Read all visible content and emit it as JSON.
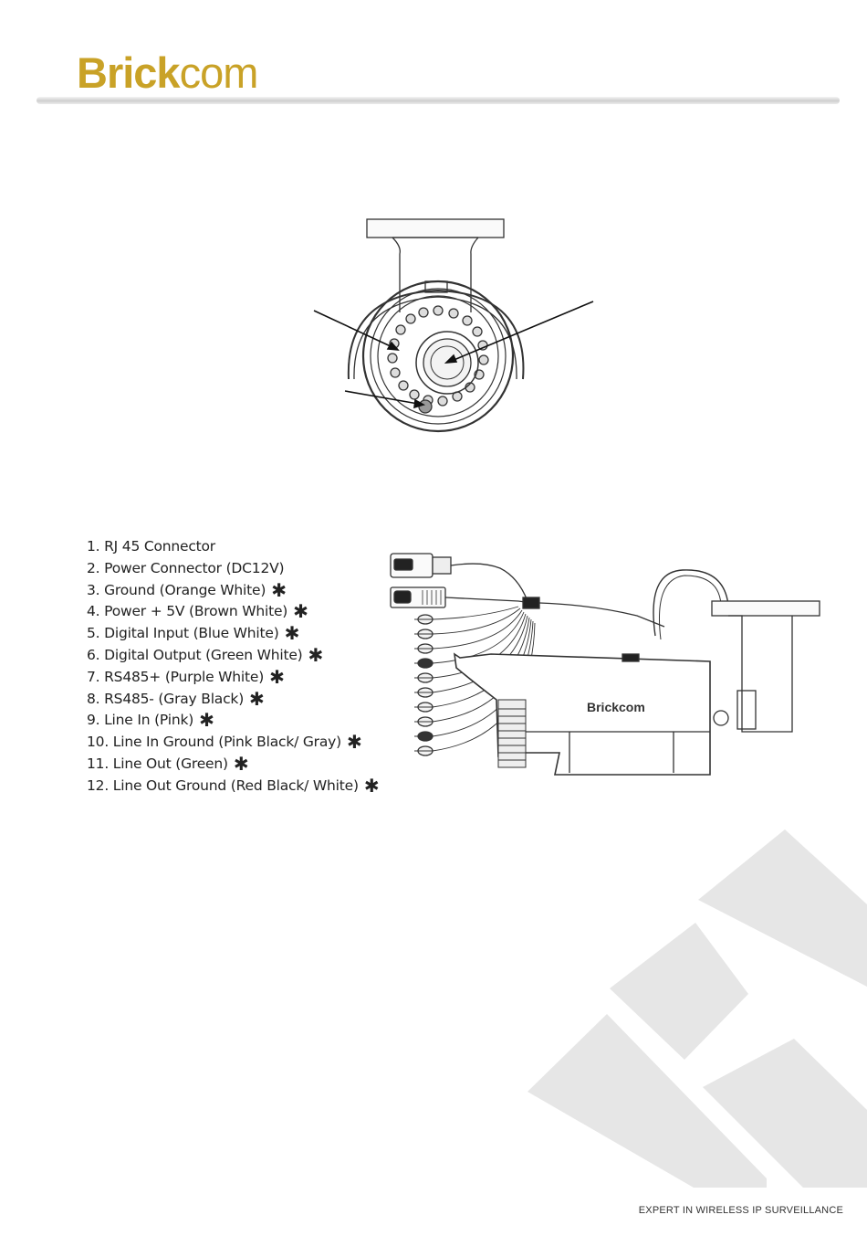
{
  "header": {
    "logo_part1": "Brick",
    "logo_part2": "com"
  },
  "connectors": [
    {
      "label": "1. RJ 45 Connector",
      "asterisk": ""
    },
    {
      "label": "2. Power Connector (DC12V)",
      "asterisk": ""
    },
    {
      "label": "3. Ground (Orange White)",
      "asterisk": "✱"
    },
    {
      "label": "4. Power + 5V (Brown White)",
      "asterisk": "✱"
    },
    {
      "label": "5. Digital Input (Blue White)",
      "asterisk": "✱"
    },
    {
      "label": "6. Digital Output (Green White)",
      "asterisk": "✱"
    },
    {
      "label": "7. RS485+ (Purple White)",
      "asterisk": "✱"
    },
    {
      "label": "8. RS485- (Gray Black)",
      "asterisk": "✱"
    },
    {
      "label": "9. Line In (Pink)",
      "asterisk": "✱"
    },
    {
      "label": "10. Line In Ground (Pink Black/ Gray)",
      "asterisk": "✱"
    },
    {
      "label": "11. Line Out (Green)",
      "asterisk": "✱"
    },
    {
      "label": "12. Line Out Ground (Red Black/ White)",
      "asterisk": "✱"
    }
  ],
  "camera_body_logo": "Brickcom",
  "footer": {
    "tagline": "EXPERT IN WIRELESS IP SURVEILLANCE"
  },
  "colors": {
    "brand_gold": "#c9a227",
    "watermark_gray": "#e6e6e6",
    "line_art": "#333333"
  }
}
